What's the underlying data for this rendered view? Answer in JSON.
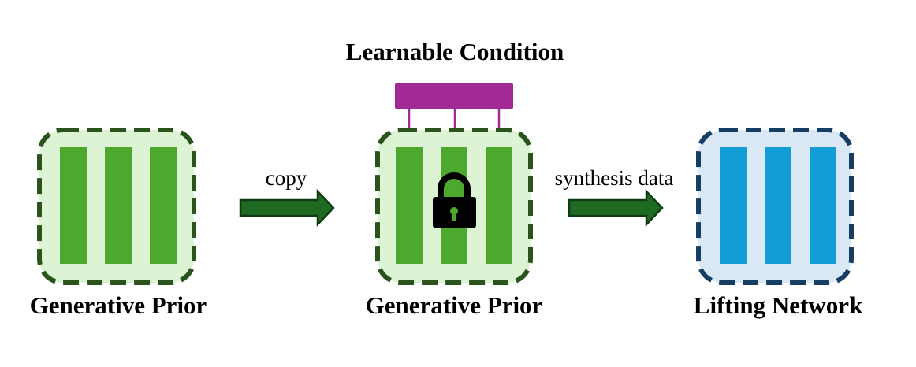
{
  "condition": {
    "title": "Learnable Condition",
    "color": "#A22A96"
  },
  "blocks": {
    "prior_left": {
      "label": "Generative Prior",
      "fill": "#DCF3D4",
      "border": "#2A541C",
      "bar_color": "#4EA72E"
    },
    "prior_center": {
      "label": "Generative Prior",
      "fill": "#DCF3D4",
      "border": "#2A541C",
      "bar_color": "#4EA72E",
      "lock_icon": "padlock-icon"
    },
    "lifting": {
      "label": "Lifting Network",
      "fill": "#DAE8F6",
      "border": "#163E64",
      "bar_color": "#129DD6"
    }
  },
  "arrows": {
    "copy": {
      "label": "copy",
      "color": "#1E6A22"
    },
    "synthesis": {
      "label": "synthesis data",
      "color": "#1E6A22"
    }
  }
}
